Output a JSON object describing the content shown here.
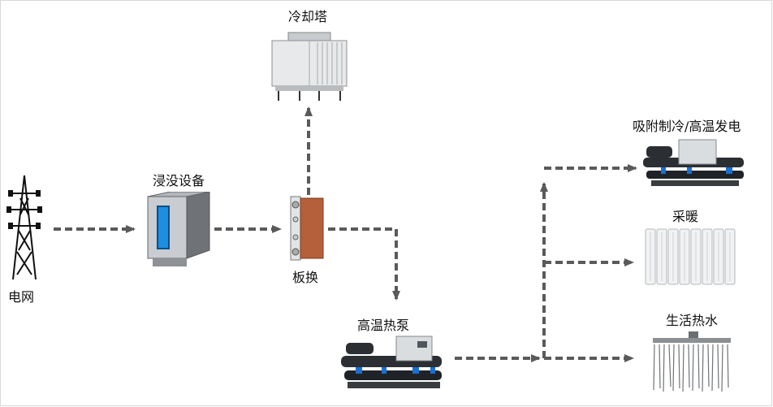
{
  "labels": {
    "grid": "电网",
    "immersion": "浸没设备",
    "exchanger": "板换",
    "tower": "冷却塔",
    "heatpump": "高温热泵",
    "absorption": "吸附制冷/高温发电",
    "heating": "采暖",
    "hotwater": "生活热水"
  },
  "colors": {
    "flow": "#5a5a5a",
    "cabinet": "#6f7378",
    "screen": "#1e8ee0",
    "exchanger": "#b5603a",
    "machine_panel": "#d9dde0",
    "machine_body": "#2b2f33"
  }
}
